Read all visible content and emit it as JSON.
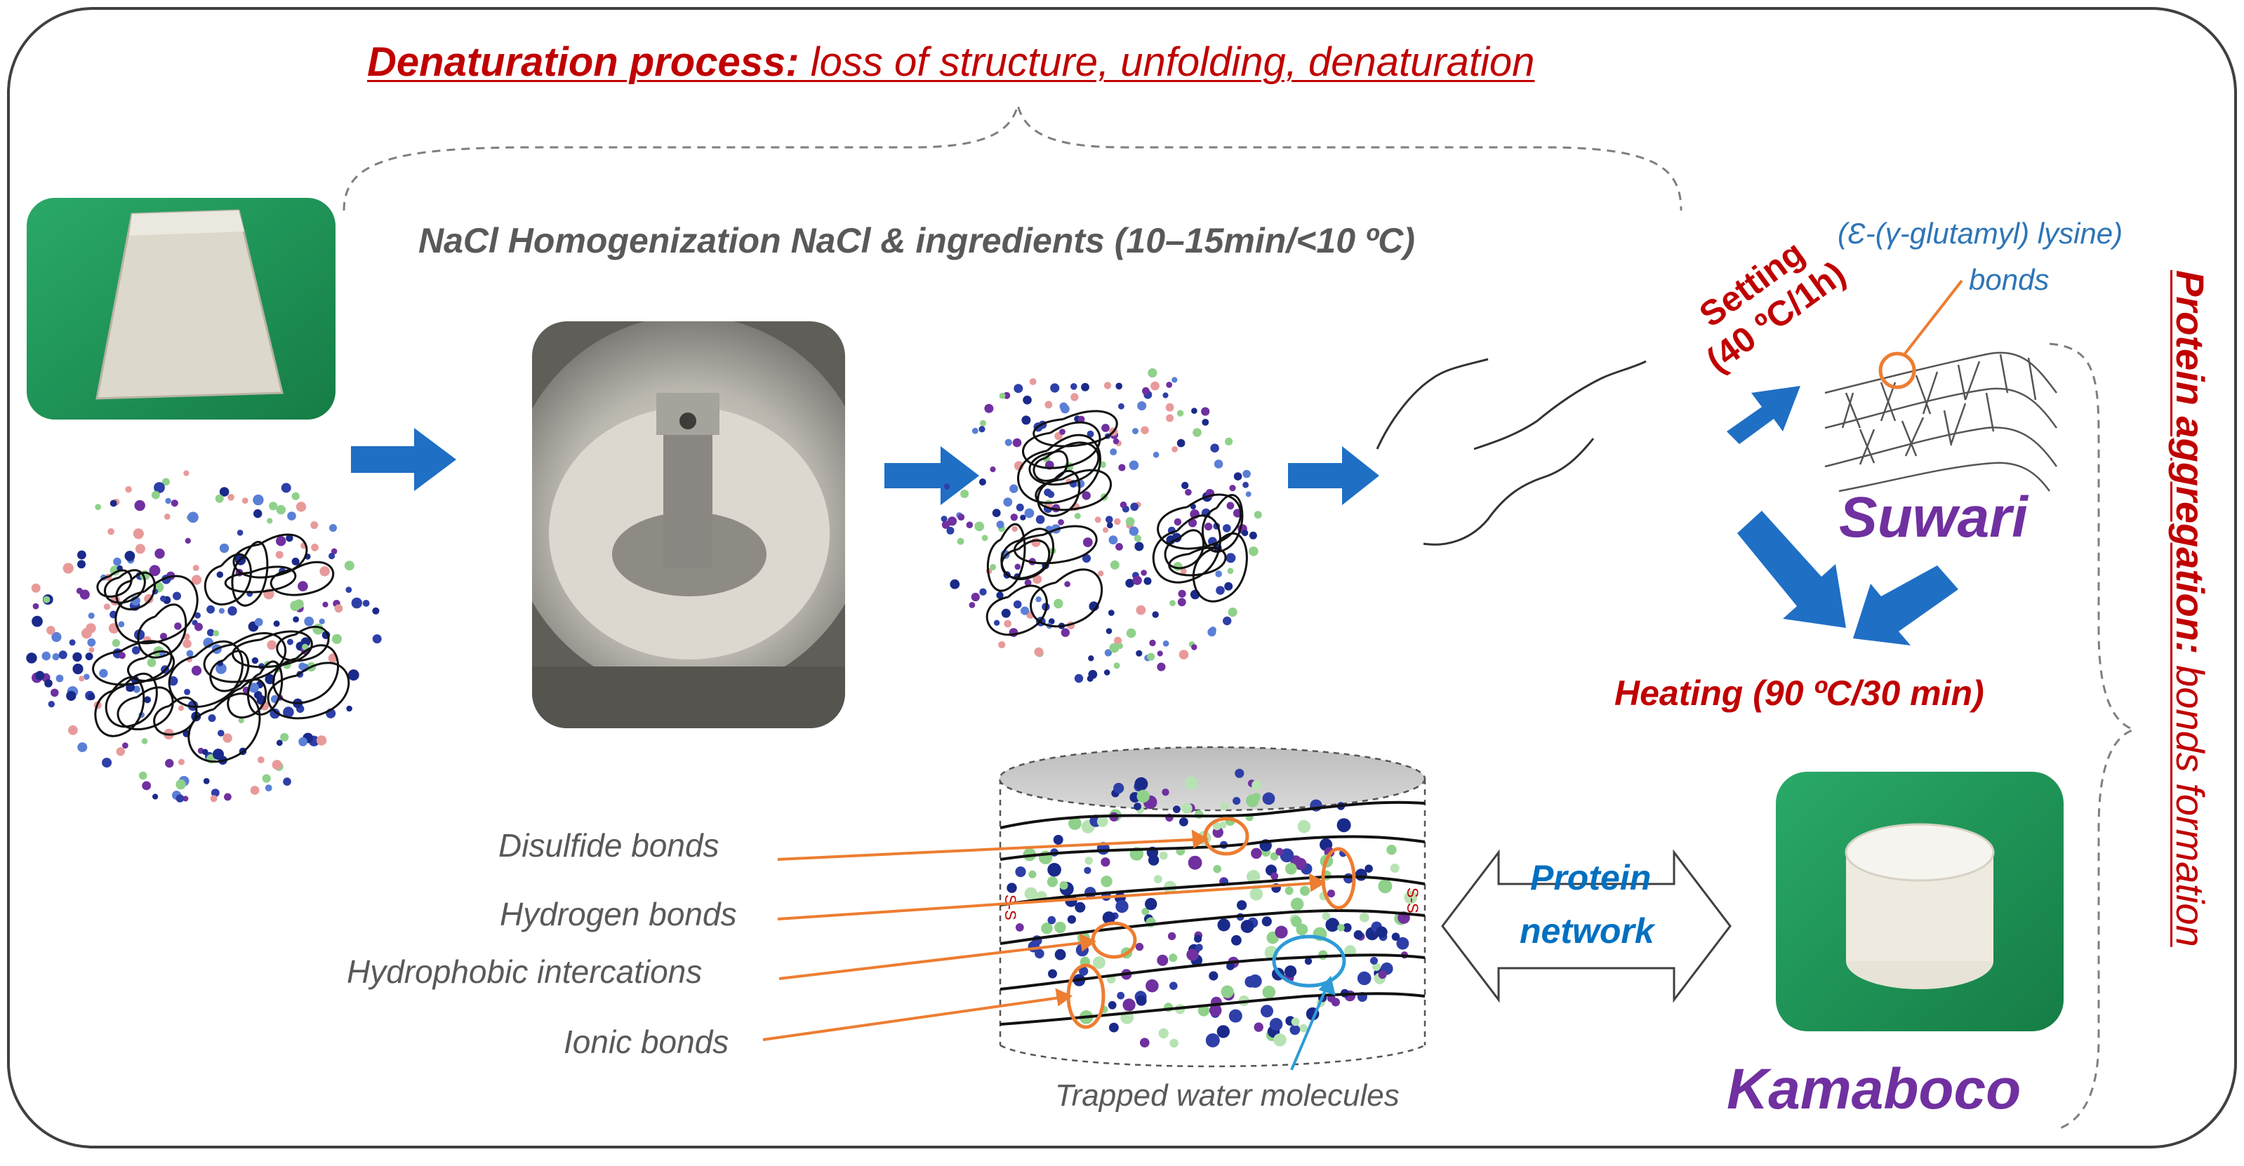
{
  "title": {
    "bold": "Denaturation process:",
    "rest": " loss of structure, unfolding, denaturation"
  },
  "homogenization": "NaCl Homogenization NaCl & ingredients (10–15min/<10 ºC)",
  "setting": {
    "line1": "Setting",
    "line2": "(40 ºC/1h)"
  },
  "glutamyl": {
    "line1": "(Ɛ-(γ-glutamyl) lysine)",
    "line2": "bonds"
  },
  "suwari": "Suwari",
  "heating": "Heating (90 ºC/30 min)",
  "kamaboco": "Kamaboco",
  "protein_network": {
    "line1": "Protein",
    "line2": "network"
  },
  "bond_labels": {
    "disulfide": "Disulfide bonds",
    "hydrogen": "Hydrogen bonds",
    "hydrophobic": "Hydrophobic intercations",
    "ionic": "Ionic bonds",
    "trapped": "Trapped water molecules"
  },
  "aggregation": {
    "bold": "Protein aggregation:",
    "rest": " bonds formation"
  },
  "ss_label": "S-S",
  "colors": {
    "red": "#c00000",
    "blue_arrow": "#1f6fc5",
    "purple": "#7030a0",
    "light_blue": "#2e75b6",
    "network_blue": "#0070c0",
    "orange": "#ed7d31",
    "gray_text": "#595959",
    "board_green": "#1e9b5a"
  }
}
